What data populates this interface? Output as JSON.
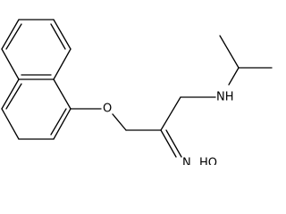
{
  "molecule": {
    "atoms": {
      "O": "O",
      "NH": "NH",
      "N": "N",
      "HO": "HO"
    }
  }
}
